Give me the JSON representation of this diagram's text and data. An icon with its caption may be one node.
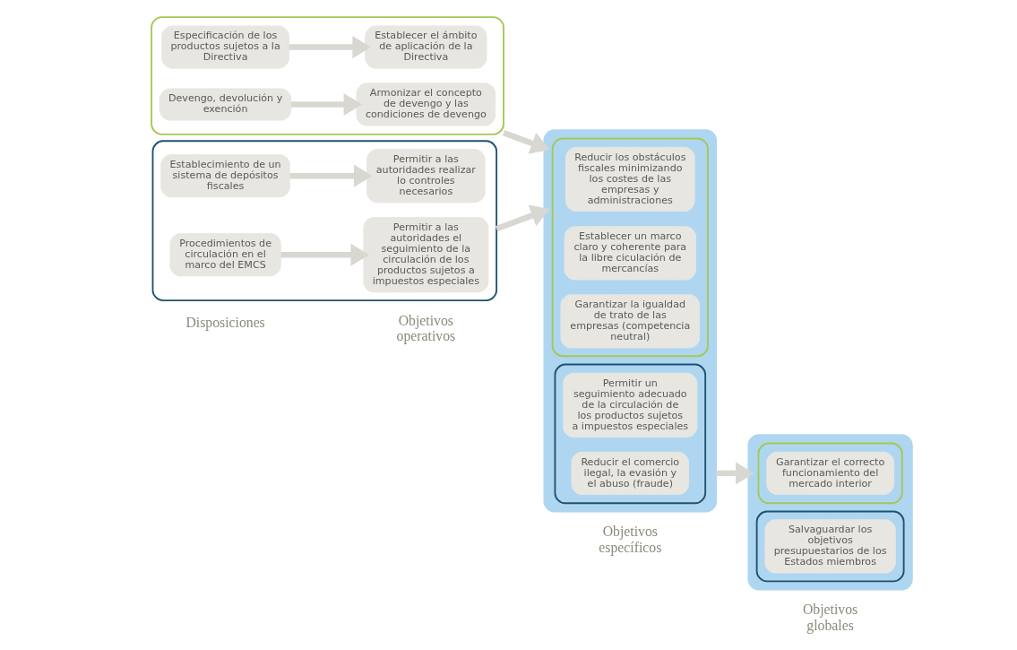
{
  "diagram": {
    "nodes": [
      {
        "text": [],
        "shape": "box"
      },
      {
        "text": [
          "Especificación de los productos sujetos a la Directiva"
        ],
        "in": 0
      },
      {
        "text": [
          "Establecer el ámbito de aplicación de la Directiva"
        ],
        "in": 0
      },
      {
        "text": [
          "Devengo, devolución y exención"
        ],
        "in": 0
      },
      {
        "text": [
          "Armonizar el concepto de devengo y las condiciones de devengo"
        ],
        "in": 0
      },
      {
        "text": [],
        "shape": "box"
      },
      {
        "text": [
          "Establecimiento de un sistema de depósitos fiscales"
        ],
        "in": 5
      },
      {
        "text": [
          "Permitir a las autoridades realizar lo controles necesarios"
        ],
        "in": 5
      },
      {
        "text": [
          "Procedimientos de circulación en el marco del EMCS"
        ],
        "in": 5
      },
      {
        "text": [
          "Permitir a las autoridades el seguimiento de la circulación de los productos sujetos a impuestos especiales"
        ],
        "in": 5
      },
      {
        "text": [],
        "shape": "box"
      },
      {
        "text": [],
        "shape": "box",
        "in": 10
      },
      {
        "text": [
          "Reducir los obstáculos fiscales minimizando los costes de las empresas y administraciones"
        ],
        "in": 11
      },
      {
        "text": [
          "Establecer un marco claro y coherente para la libre ciculación de mercancías"
        ],
        "in": 11
      },
      {
        "text": [
          "Garantizar la igualdad de trato de las empresas (competencia neutral)"
        ],
        "in": 11
      },
      {
        "text": [],
        "shape": "box",
        "in": 10
      },
      {
        "text": [
          "Permitir un seguimiento adecuado de la circulación de los productos sujetos a impuestos especiales"
        ],
        "in": 15
      },
      {
        "text": [
          "Reducir el comercio ilegal, la evasión y el abuso (fraude)"
        ],
        "in": 15
      },
      {
        "text": [],
        "shape": "box"
      },
      {
        "text": [],
        "shape": "box",
        "in": 18
      },
      {
        "text": [
          "Garantizar el correcto funcionamiento del mercado interior"
        ],
        "in": 19
      },
      {
        "text": [],
        "shape": "box",
        "in": 18
      },
      {
        "text": [
          "Salvaguardar los objetivos presupuestarios de los Estados miembros"
        ],
        "in": 21
      }
    ],
    "edges": [
      {
        "from": 1,
        "to": 2,
        "arrow": "to"
      },
      {
        "from": 3,
        "to": 4,
        "arrow": "to"
      },
      {
        "from": 6,
        "to": 7,
        "arrow": "to"
      },
      {
        "from": 8,
        "to": 9,
        "arrow": "to"
      },
      {
        "from": 0,
        "to": 10,
        "arrow": "to"
      },
      {
        "from": 5,
        "to": 10,
        "arrow": "to"
      },
      {
        "from": 10,
        "to": 18,
        "arrow": "to"
      }
    ],
    "labels": [
      "Disposiciones",
      "Objetivos operativos",
      "Objetivos específicos",
      "Objetivos globales"
    ]
  }
}
